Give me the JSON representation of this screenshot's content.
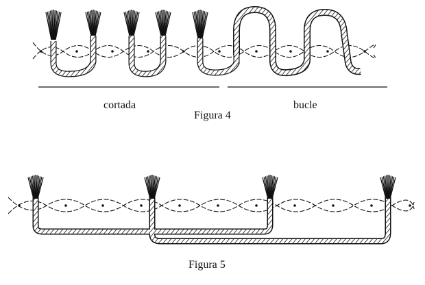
{
  "figure4": {
    "caption": "Figura 4",
    "left_label": "cortada",
    "right_label": "bucle"
  },
  "figure5": {
    "caption": "Figura 5"
  },
  "colors": {
    "ink": "#111111",
    "background": "#ffffff"
  }
}
